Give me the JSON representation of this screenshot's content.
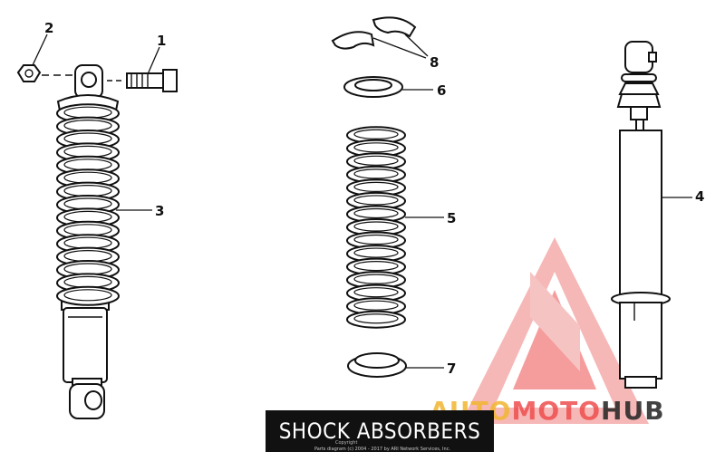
{
  "title": "SHOCK ABSORBERS",
  "copyright_label": "Copyright",
  "copyright_line": "Parts diagram (c) 2004 - 2017 by ARI Network Services, Inc.",
  "watermark": {
    "part1": "AUTO",
    "part2": "MOTO",
    "part3": "HUB"
  },
  "callouts": {
    "c1": "1",
    "c2": "2",
    "c3": "3",
    "c4": "4",
    "c5": "5",
    "c6": "6",
    "c7": "7",
    "c8": "8"
  },
  "colors": {
    "ink": "#111111",
    "watermark_red": "#ef4e4e",
    "watermark_gold": "#f2b632",
    "watermark_dark": "#222222"
  }
}
